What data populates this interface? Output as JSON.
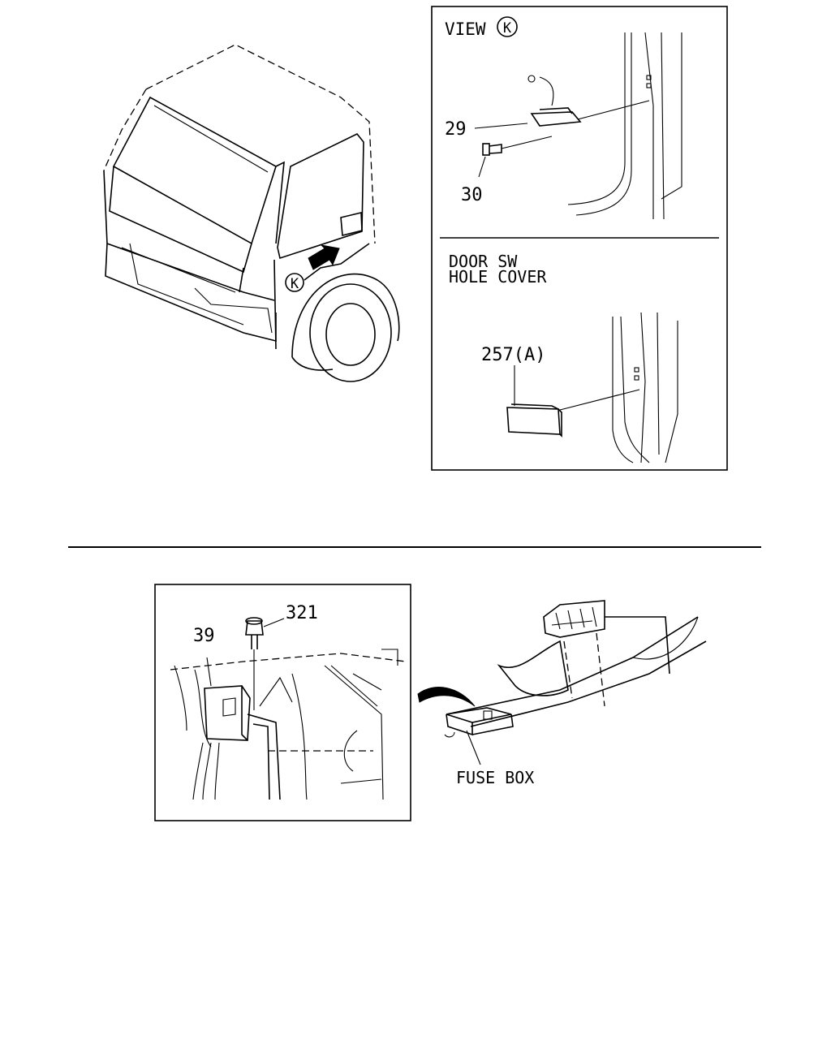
{
  "view_panel": {
    "title": "VIEW",
    "view_marker": "K",
    "part_29": "29",
    "part_30": "30"
  },
  "door_panel": {
    "line1": "DOOR SW",
    "line2": "HOLE COVER",
    "part_257": "257(A)"
  },
  "cab": {
    "marker": "K"
  },
  "fuse_detail": {
    "part_321": "321",
    "part_39": "39",
    "fuse_box_label": "FUSE BOX"
  }
}
